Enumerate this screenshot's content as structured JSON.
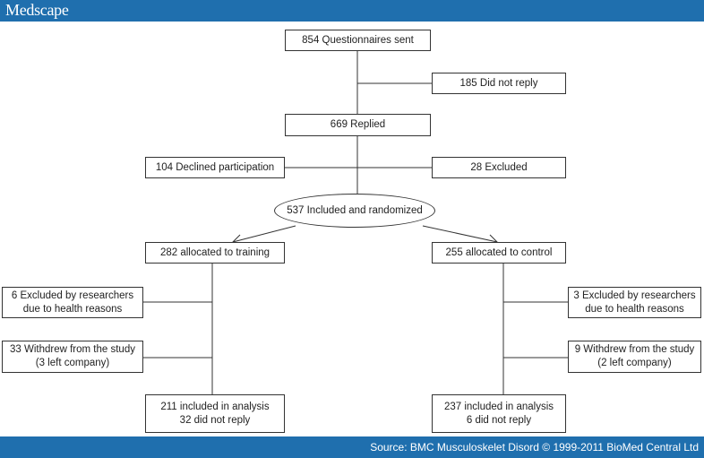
{
  "header": {
    "logo_text": "Medscape"
  },
  "footer": {
    "source_text": "Source: BMC Musculoskelet Disord © 1999-2011 BioMed Central Ltd"
  },
  "colors": {
    "bar": "#1f6fae",
    "line": "#333333",
    "text": "#222222"
  },
  "flowchart": {
    "sent": "854 Questionnaires sent",
    "no_reply": "185 Did not reply",
    "replied": "669 Replied",
    "declined": "104 Declined participation",
    "excluded": "28 Excluded",
    "randomized": "537 Included and randomized",
    "training": {
      "allocated": "282 allocated to training",
      "excluded_line1": "6 Excluded by researchers",
      "excluded_line2": "due to health reasons",
      "withdrew_line1": "33 Withdrew from the study",
      "withdrew_line2": "(3 left company)",
      "analysis_line1": "211 included in analysis",
      "analysis_line2": "32 did not reply"
    },
    "control": {
      "allocated": "255 allocated to control",
      "excluded_line1": "3 Excluded by researchers",
      "excluded_line2": "due to health reasons",
      "withdrew_line1": "9 Withdrew from the study",
      "withdrew_line2": "(2 left company)",
      "analysis_line1": "237 included in analysis",
      "analysis_line2": "6 did not reply"
    }
  }
}
